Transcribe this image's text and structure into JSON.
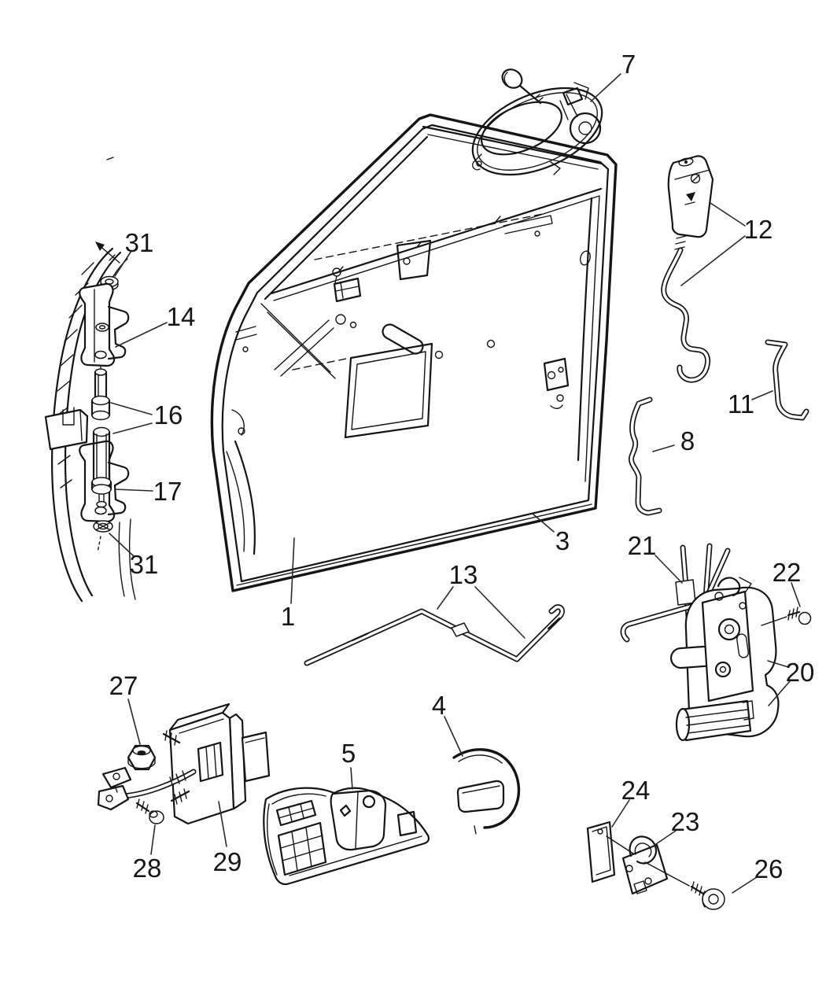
{
  "diagram": {
    "title": "front-door-panel-hardware-exploded-diagram",
    "background_color": "#ffffff",
    "line_color": "#151515",
    "callouts": [
      {
        "id": "nut-upper",
        "label": "31"
      },
      {
        "id": "upper-hinge",
        "label": "14"
      },
      {
        "id": "hinge-pins",
        "label": "16"
      },
      {
        "id": "lower-hinge",
        "label": "17"
      },
      {
        "id": "nut-lower",
        "label": "31"
      },
      {
        "id": "outside-handle",
        "label": "7"
      },
      {
        "id": "lock-knob-rod",
        "label": "12"
      },
      {
        "id": "latch-rod-short",
        "label": "11"
      },
      {
        "id": "latch-rod-long",
        "label": "8"
      },
      {
        "id": "door-outer-panel",
        "label": "3"
      },
      {
        "id": "door-assembly",
        "label": "1"
      },
      {
        "id": "linkage-rod",
        "label": "13"
      },
      {
        "id": "latch-rods",
        "label": "21"
      },
      {
        "id": "latch-screw",
        "label": "22"
      },
      {
        "id": "door-latch",
        "label": "20"
      },
      {
        "id": "check-nut",
        "label": "27"
      },
      {
        "id": "handle-cup",
        "label": "4"
      },
      {
        "id": "switch-bezel",
        "label": "5"
      },
      {
        "id": "striker-shim",
        "label": "24"
      },
      {
        "id": "striker",
        "label": "23"
      },
      {
        "id": "striker-screw",
        "label": "26"
      },
      {
        "id": "check-screw",
        "label": "28"
      },
      {
        "id": "door-check",
        "label": "29"
      }
    ]
  }
}
